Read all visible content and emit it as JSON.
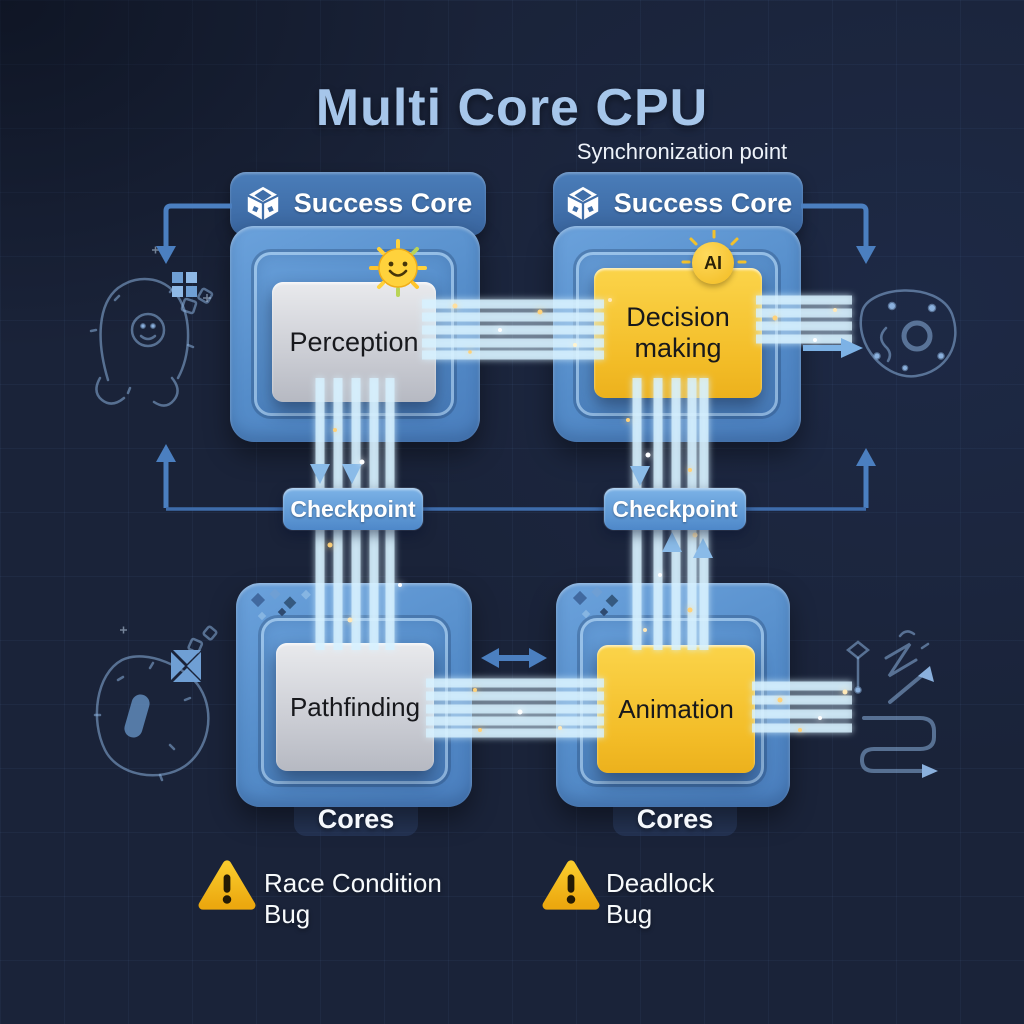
{
  "title": "Multi Core CPU",
  "subtitle": "Synchronization point",
  "cores": {
    "top_left": {
      "header_label": "Success Core",
      "task_label": "Perception"
    },
    "top_right": {
      "header_label": "Success Core",
      "task_label": "Decision making",
      "badge_label": "AI"
    },
    "bottom_left": {
      "task_label": "Pathfinding",
      "footer_label": "Cores"
    },
    "bottom_right": {
      "task_label": "Animation",
      "footer_label": "Cores"
    }
  },
  "checkpoints": {
    "left_label": "Checkpoint",
    "right_label": "Checkpoint"
  },
  "warnings": {
    "left_label": "Race Condition Bug",
    "right_label": "Deadlock Bug"
  },
  "colors": {
    "background": "#1a2339",
    "title": "#a6c6ea",
    "core_box_blue": "#548cc9",
    "header_blue": "#3f6ea9",
    "task_grey": "#cdd0d6",
    "task_yellow": "#f5c331",
    "checkpoint_blue": "#5e97d3",
    "stripe_cyan": "#d7f1ff",
    "arrow_blue": "#4b7fc0",
    "warning_yellow": "#f3bc1e",
    "text_light": "#ffffff",
    "text_dark": "#17181c"
  }
}
